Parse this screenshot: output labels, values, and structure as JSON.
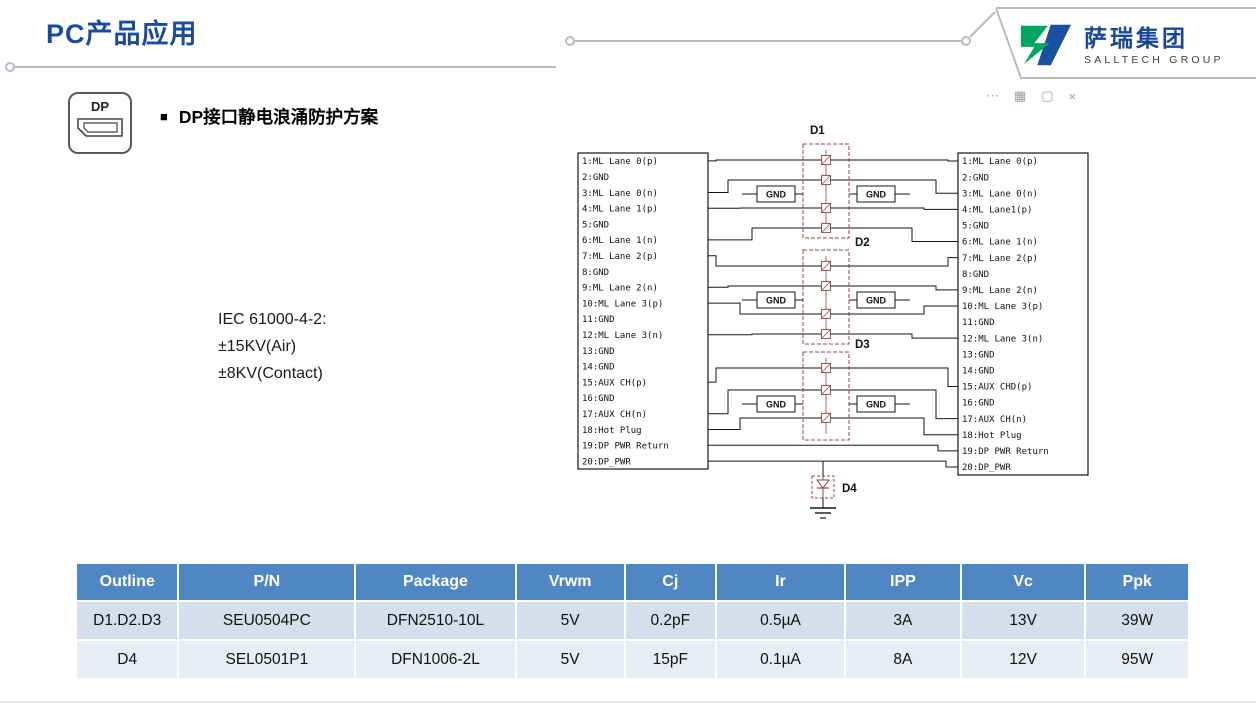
{
  "page": {
    "title": "PC产品应用"
  },
  "logo": {
    "name_cn": "萨瑞集团",
    "name_en": "SALLTECH GROUP",
    "colors": {
      "green": "#00a661",
      "blue": "#1b4f9f"
    }
  },
  "dp_badge": {
    "label": "DP"
  },
  "section": {
    "bullet": "■",
    "title": "DP接口静电浪涌防护方案"
  },
  "standard": {
    "lines": [
      "IEC 61000-4-2:",
      "±15KV(Air)",
      "±8KV(Contact)"
    ]
  },
  "toolbar": {
    "icons": [
      {
        "name": "more-icon",
        "glyph": "⋯"
      },
      {
        "name": "grid-icon",
        "glyph": "▦"
      },
      {
        "name": "window-icon",
        "glyph": "▢"
      },
      {
        "name": "close-icon",
        "glyph": "×"
      }
    ]
  },
  "diagram": {
    "gnd_label": "GND",
    "devices": [
      "D1",
      "D2",
      "D3",
      "D4"
    ],
    "left_pins": [
      "1:ML Lane 0(p)",
      "2:GND",
      "3:ML Lane 0(n)",
      "4:ML Lane 1(p)",
      "5:GND",
      "6:ML Lane 1(n)",
      "7:ML Lane 2(p)",
      "8:GND",
      "9:ML Lane 2(n)",
      "10:ML Lane 3(p)",
      "11:GND",
      "12:ML Lane 3(n)",
      "13:GND",
      "14:GND",
      "15:AUX CH(p)",
      "16:GND",
      "17:AUX CH(n)",
      "18:Hot Plug",
      "19:DP PWR Return",
      "20:DP_PWR"
    ],
    "right_pins": [
      "1:ML Lane 0(p)",
      "2:GND",
      "3:ML Lane 0(n)",
      "4:ML Lane1(p)",
      "5:GND",
      "6:ML Lane 1(n)",
      "7:ML Lane 2(p)",
      "8:GND",
      "9:ML Lane 2(n)",
      "10:ML Lane 3(p)",
      "11:GND",
      "12:ML Lane 3(n)",
      "13:GND",
      "14:GND",
      "15:AUX CHD(p)",
      "16:GND",
      "17:AUX CH(n)",
      "18:Hot Plug",
      "19:DP PWR Return",
      "20:DP_PWR"
    ]
  },
  "table": {
    "headers": [
      "Outline",
      "P/N",
      "Package",
      "Vrwm",
      "Cj",
      "Ir",
      "IPP",
      "Vc",
      "Ppk"
    ],
    "rows": [
      [
        "D1.D2.D3",
        "SEU0504PC",
        "DFN2510-10L",
        "5V",
        "0.2pF",
        "0.5µA",
        "3A",
        "13V",
        "39W"
      ],
      [
        "D4",
        "SEL0501P1",
        "DFN1006-2L",
        "5V",
        "15pF",
        "0.1µA",
        "8A",
        "12V",
        "95W"
      ]
    ]
  }
}
